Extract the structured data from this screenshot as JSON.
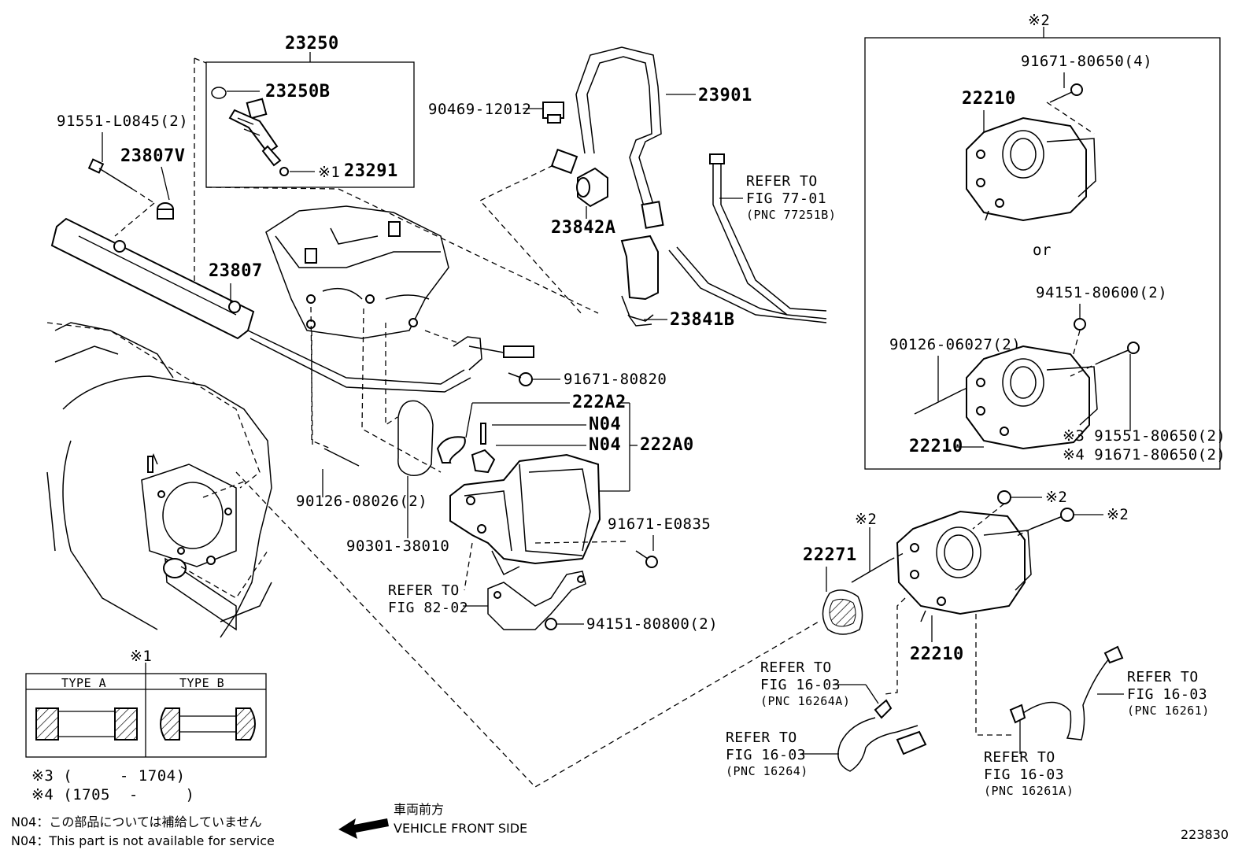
{
  "labels": {
    "p23250": "23250",
    "p23250B": "23250B",
    "p23291": "23291",
    "mark1": "※1",
    "p91551_L0845": "91551-L0845(2)",
    "p23807V": "23807V",
    "p23807": "23807",
    "p90469": "90469-12012",
    "p23901": "23901",
    "p23842A": "23842A",
    "p23841B": "23841B",
    "p91671_80820": "91671-80820",
    "p222A2": "222A2",
    "pN04a": "N04",
    "pN04b": "N04",
    "p222A0": "222A0",
    "p90126_08026": "90126-08026(2)",
    "p90301": "90301-38010",
    "p91671_E0835": "91671-E0835",
    "p94151_80800": "94151-80800(2)",
    "p22271": "22271",
    "p22210_main": "22210",
    "mark2_stud": "※2",
    "mark2_nut": "※2",
    "mark2_bolt": "※2"
  },
  "refers": {
    "fig77": {
      "l1": "REFER TO",
      "l2": "FIG 77-01",
      "l3": "(PNC 77251B)"
    },
    "fig82": {
      "l1": "REFER TO",
      "l2": "FIG 82-02"
    },
    "fig16a": {
      "l1": "REFER TO",
      "l2": "FIG 16-03",
      "l3": "(PNC 16264A)"
    },
    "fig16b": {
      "l1": "REFER TO",
      "l2": "FIG 16-03",
      "l3": "(PNC 16264)"
    },
    "fig16c": {
      "l1": "REFER TO",
      "l2": "FIG 16-03",
      "l3": "(PNC 16261)"
    },
    "fig16d": {
      "l1": "REFER TO",
      "l2": "FIG 16-03",
      "l3": "(PNC 16261A)"
    }
  },
  "inset": {
    "mark": "※2",
    "bolt_top": "91671-80650(4)",
    "part_top": "22210",
    "or": "or",
    "nut": "94151-80600(2)",
    "stud": "90126-06027(2)",
    "part_bottom": "22210",
    "bolt3": "※3 91551-80650(2)",
    "bolt4": "※4 91671-80650(2)"
  },
  "type_table": {
    "mark": "※1",
    "type_a": "TYPE A",
    "type_b": "TYPE B",
    "note3": "※3 (     - 1704)",
    "note4": "※4 (1705  -     )"
  },
  "notes": {
    "n04_jp": "N04：この部品については補給していません",
    "n04_en": "N04：This part is not available for service",
    "front_jp": "車両前方",
    "front_en": "VEHICLE FRONT SIDE",
    "figure_no": "223830"
  }
}
